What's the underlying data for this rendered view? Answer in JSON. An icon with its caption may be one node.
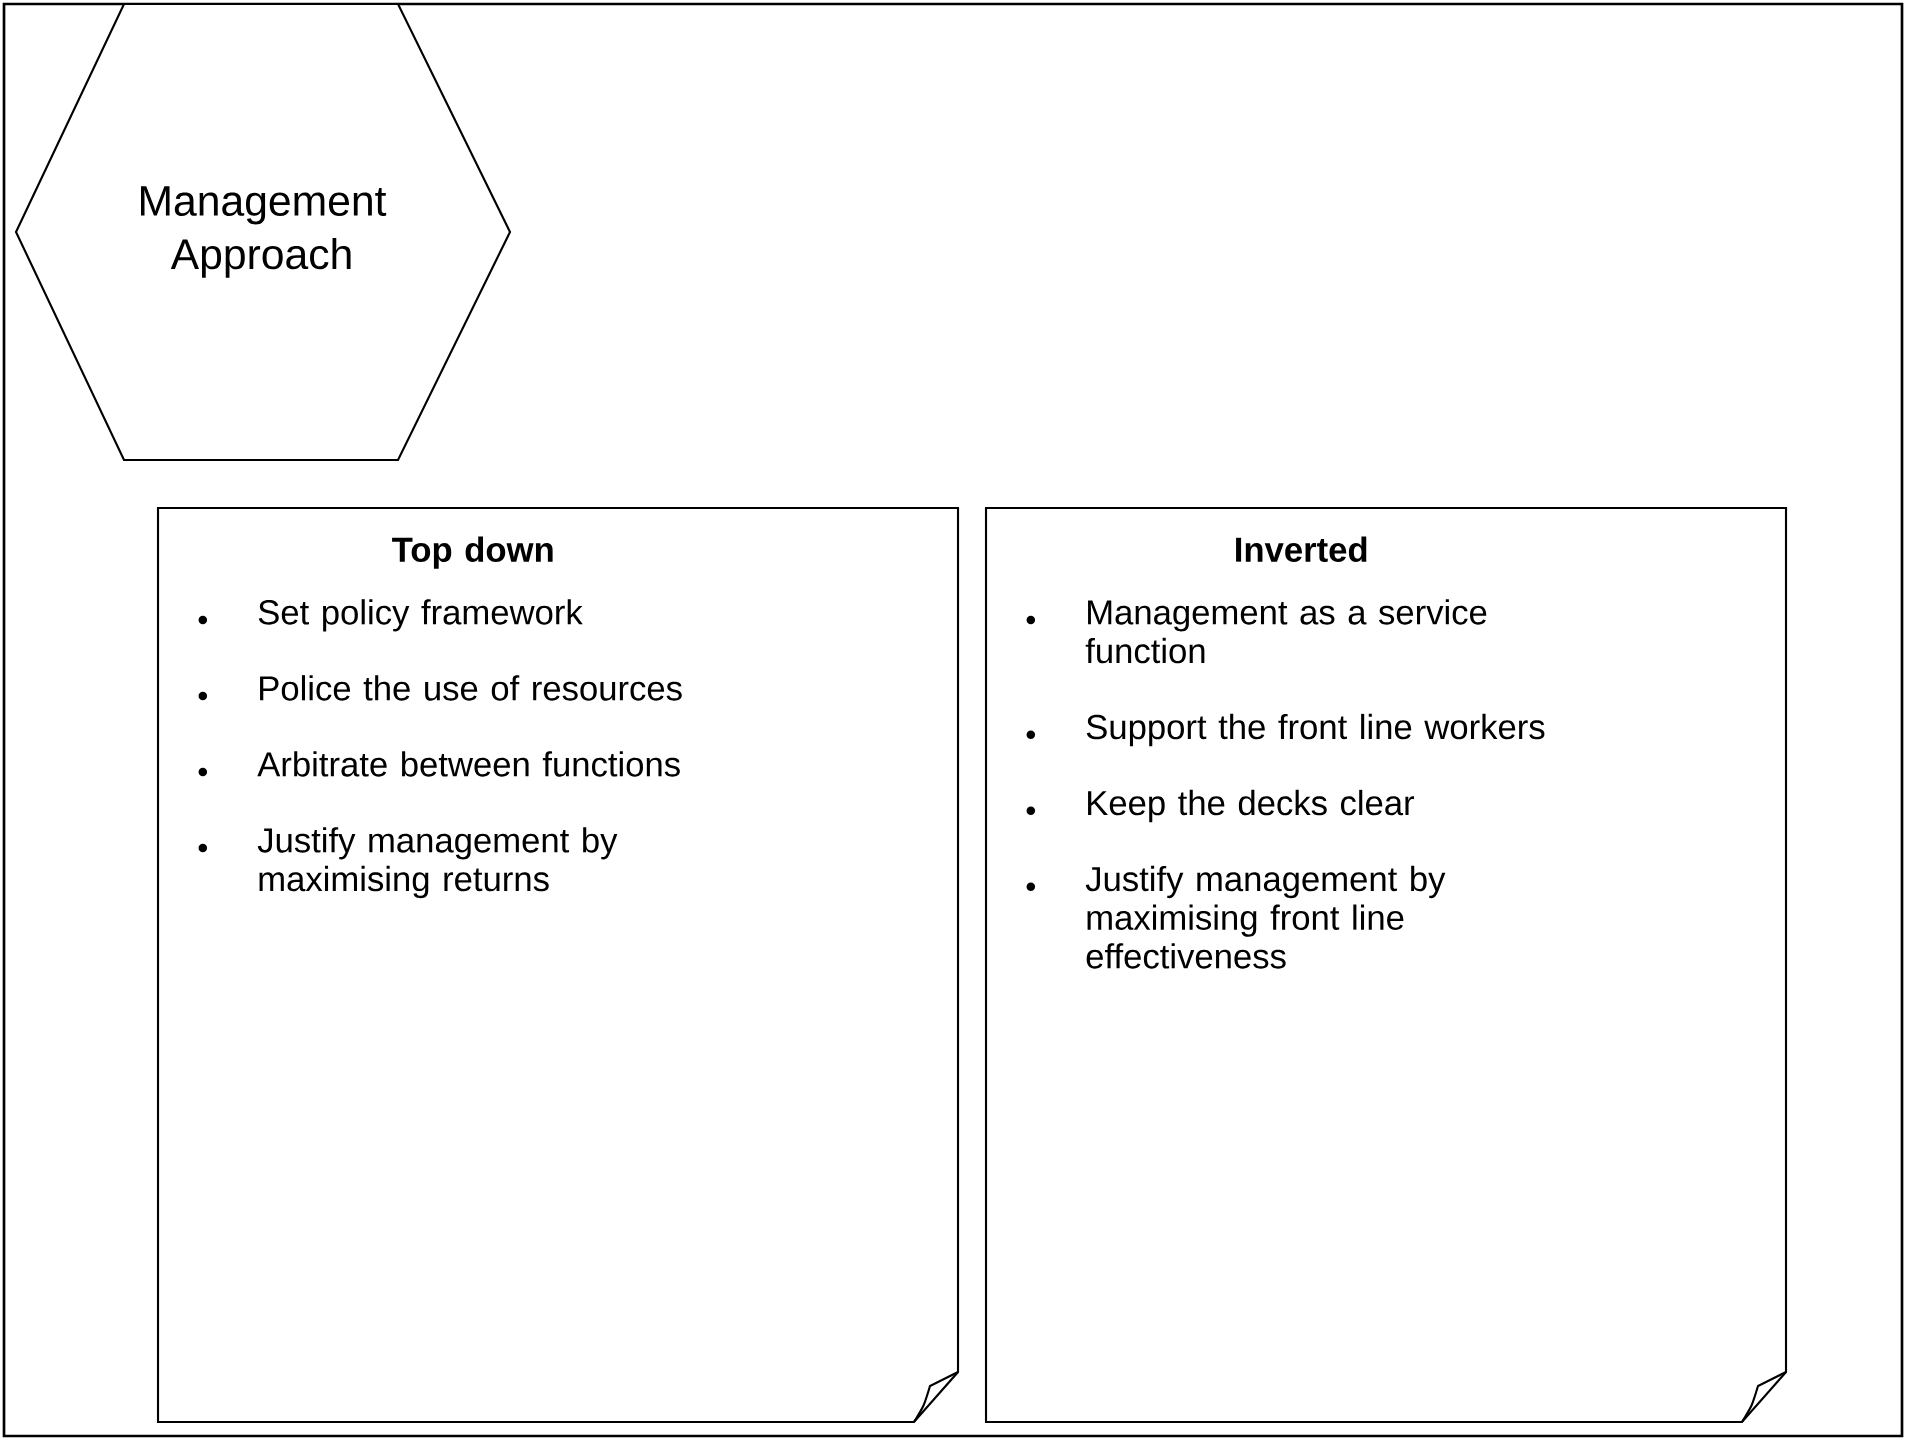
{
  "diagram": {
    "nodes": [
      {
        "text": [
          "Management Approach"
        ]
      },
      {
        "text": [
          "Top down",
          "Set policy framework",
          "Police the use of resources",
          "Arbitrate between functions",
          "Justify management by maximising returns"
        ]
      },
      {
        "text": [
          "Inverted",
          "Management as a service function",
          "Support the front line workers",
          "Keep the decks clear",
          "Justify management by maximising front line effectiveness"
        ]
      }
    ]
  }
}
